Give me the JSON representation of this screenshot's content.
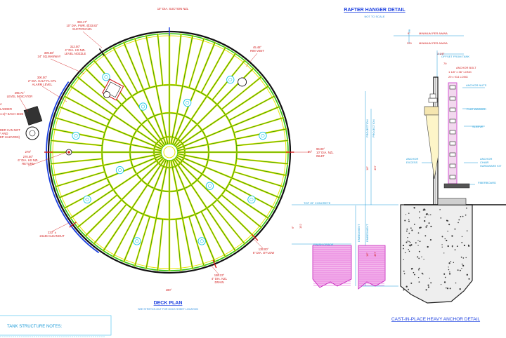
{
  "deck": {
    "top_nozzle": "10\" DIA. SUCTION NZL",
    "suction": [
      "326.17°",
      "10\" DIA. PWR. @33.83°",
      "SUCTION NZL"
    ],
    "manway": [
      "309.56°",
      "24\" SQ.MANWAY"
    ],
    "level_nozzle": [
      "312.00°",
      "4\" DIA. HS NZL",
      "LEVEL NOZZLE"
    ],
    "alarm": [
      "300.00°",
      "2\" DIA. HALF FL CPL",
      "ALARM LEVEL"
    ],
    "level_indicator": [
      "295.71°",
      "LEVEL INDICATOR"
    ],
    "ladder": [
      "4",
      "LADDER",
      "1:1(? EACH SIDE",
      "DER CAN NOT",
      "* AND",
      "EP HAZARDS)"
    ],
    "return": [
      "278°",
      "270.00°",
      "6\" DIA. HS NZL",
      "RETURN"
    ],
    "rim_vent": [
      "45.48°",
      "RIM VENT"
    ],
    "inlet": [
      "90°",
      "96.00°",
      "10\" DIA. NZL",
      "INLET"
    ],
    "cleanout": [
      "233° ±",
      "24x46 CLEANOUT"
    ],
    "overflow": [
      "135.00°",
      "6\" DIA. O'FLOW"
    ],
    "drain": [
      "158.23°",
      "4\" DIA. NZL",
      "DRAIN"
    ],
    "bottom_angle": "180°",
    "title": "DECK PLAN",
    "subtitle": "SEE STRETCH-OUT FOR DOCK SHEET LOCATION"
  },
  "rafter": {
    "title": "RAFTER HANGER DETAIL",
    "subtitle": "NOT TO SCALE",
    "dim1": "9\"",
    "dim1_label": "MINIMUM PER AWWA",
    "dim2": "229",
    "dim2_label": "MINIMUM PER AWWA",
    "offset_label": "OFFSET FROM TANK",
    "offset_dim": "3 1/8\"",
    "offset_mm": "79",
    "anchor_bolt": "ANCHOR BOLT",
    "bolt_sizes": "1 1/8\" x 36\" LONG",
    "bolt_sizes_mm": "29 x 914 LONG",
    "anchor_nuts": "ANCHOR NUTS",
    "flat_washer": "FLAT WASHER",
    "sleeve": "SLEEVE",
    "anchor_chair": [
      "ANCHOR",
      "CHAIR",
      "HARDWARE KIT"
    ],
    "anchor_left": [
      "ANCHOR",
      "EXCESS"
    ],
    "fiberboard": "FIBERBOARD",
    "projection": "PROJECTION",
    "embedment": "EMBEDMENT",
    "top_concrete": "TOP OF CONCRETE",
    "finish_grade": "FINISH GRADE",
    "dims_left": [
      "18\"",
      "457",
      "6\"",
      "152",
      "18\"",
      "457"
    ],
    "bottom_title": "CAST-IN-PLACE HEAVY ANCHOR DETAIL"
  },
  "notes": {
    "title": "TANK STRUCTURE NOTES:"
  }
}
